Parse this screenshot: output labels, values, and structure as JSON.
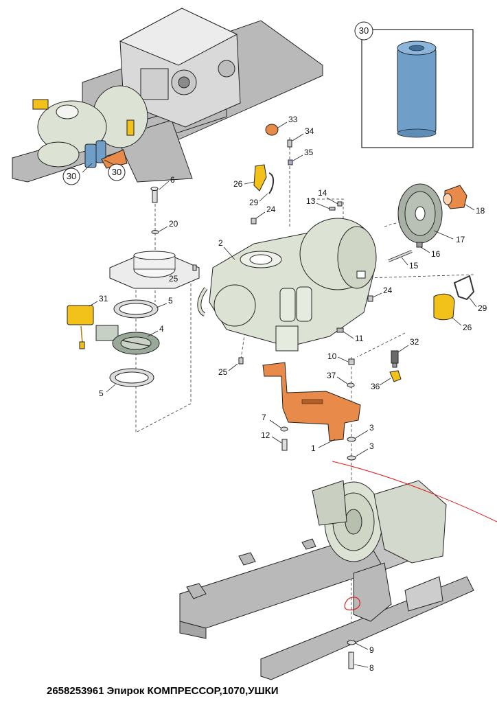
{
  "title": "2658253961 Эпирок КОМПРЕССОР,1070,УШКИ",
  "colors": {
    "frame": "#b9b9b9",
    "compressor": "#dde3d4",
    "bracket": "#e78a4a",
    "filter": "#6f9ec8",
    "actuator": "#f2c21b",
    "valve": "#9aa89a",
    "highlight": "#e11a1a"
  },
  "callouts": {
    "c1": "1",
    "c2": "2",
    "c3a": "3",
    "c3b": "3",
    "c4": "4",
    "c5a": "5",
    "c5b": "5",
    "c6": "6",
    "c7": "7",
    "c8": "8",
    "c9": "9",
    "c10": "10",
    "c11": "11",
    "c12": "12",
    "c13": "13",
    "c14": "14",
    "c15": "15",
    "c16": "16",
    "c17": "17",
    "c18": "18",
    "c20": "20",
    "c24a": "24",
    "c24b": "24",
    "c25a": "25",
    "c25b": "25",
    "c26a": "26",
    "c26b": "26",
    "c29a": "29",
    "c29b": "29",
    "c30a": "30",
    "c30b": "30",
    "c30c": "30",
    "c31": "31",
    "c32": "32",
    "c33": "33",
    "c34": "34",
    "c35": "35",
    "c36": "36",
    "c37": "37"
  },
  "icons": [
    "engine-illustration",
    "compressor-illustration",
    "oil-filter-illustration",
    "chassis-frame-illustration"
  ]
}
